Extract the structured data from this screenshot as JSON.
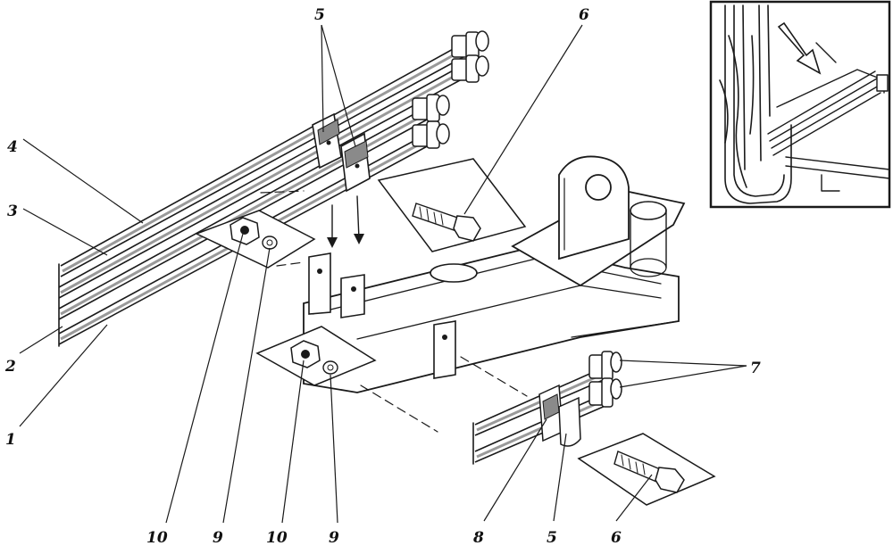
{
  "figure": {
    "callouts": {
      "c1": "1",
      "c2": "2",
      "c3": "3",
      "c4": "4",
      "c5_top": "5",
      "c6_top": "6",
      "c7": "7",
      "c10_a": "10",
      "c9_a": "9",
      "c10_b": "10",
      "c9_b": "9",
      "c8": "8",
      "c5_bottom": "5",
      "c6_bottom": "6"
    },
    "parts": {
      "pipes": "pipe-icon",
      "clamp": "clamp-icon",
      "bolt": "bolt-icon",
      "nut": "hex-nut-icon",
      "washer": "washer-icon",
      "union_fitting": "union-fitting-icon",
      "bracket": "bracket-icon",
      "crossmember": "frame-crossmember-icon"
    },
    "colors": {
      "ink": "#1a1a1a",
      "paper": "#ffffff",
      "shade": "#9a9a9a"
    }
  }
}
